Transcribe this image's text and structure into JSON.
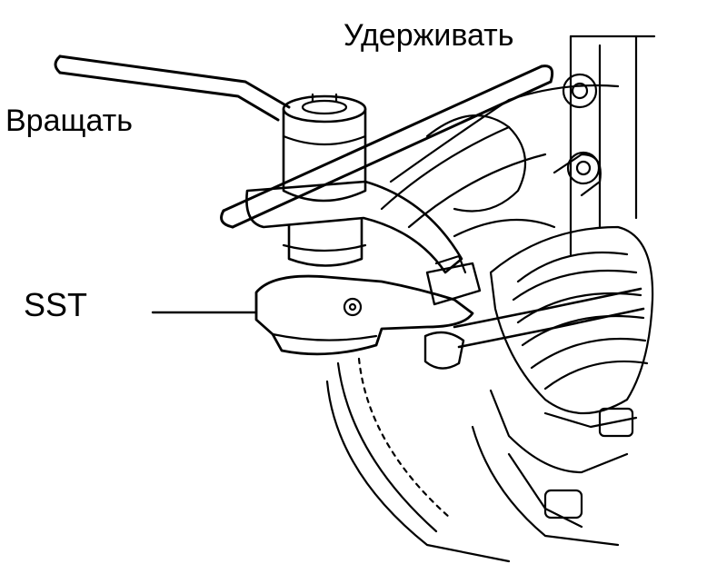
{
  "labels": {
    "hold": "Удерживать",
    "rotate": "Вращать",
    "sst": "SST"
  },
  "colors": {
    "line": "#000000",
    "background": "#ffffff"
  }
}
